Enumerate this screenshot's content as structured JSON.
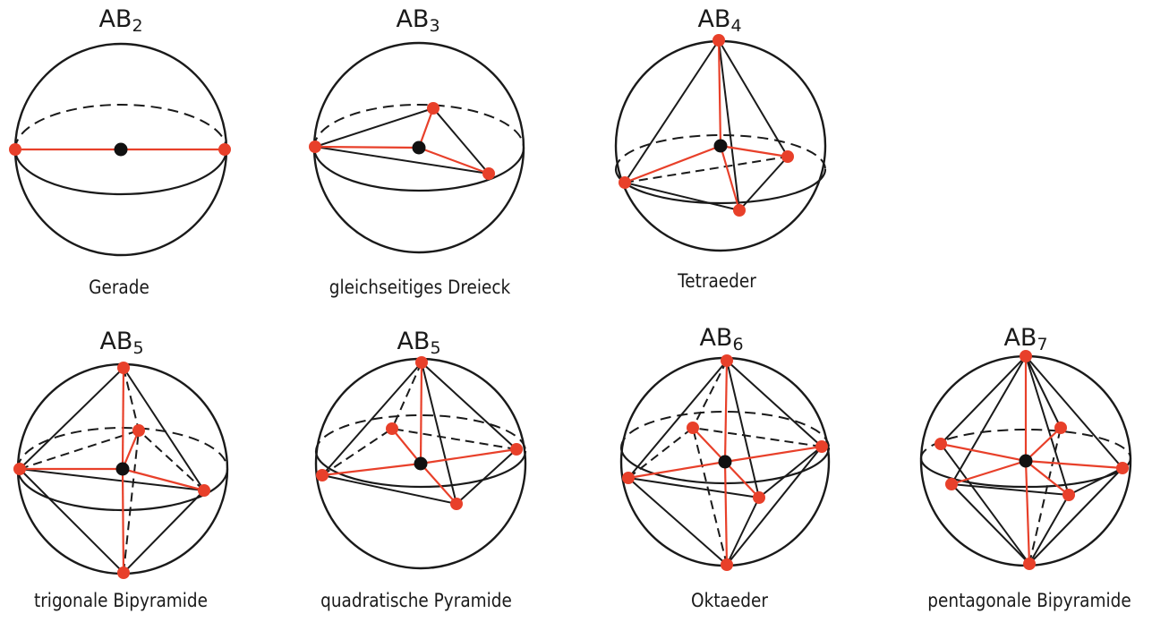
{
  "colors": {
    "line": "#1a1a1a",
    "bond": "#e8402a",
    "ligand": "#e8402a",
    "center": "#111111",
    "background": "#ffffff"
  },
  "figures": [
    {
      "id": "ab2",
      "formula_base": "AB",
      "formula_sub": "2",
      "caption": "Gerade"
    },
    {
      "id": "ab3",
      "formula_base": "AB",
      "formula_sub": "3",
      "caption": "gleichseitiges Dreieck"
    },
    {
      "id": "ab4",
      "formula_base": "AB",
      "formula_sub": "4",
      "caption": "Tetraeder"
    },
    {
      "id": "ab5-tbp",
      "formula_base": "AB",
      "formula_sub": "5",
      "caption": "trigonale Bipyramide"
    },
    {
      "id": "ab5-sqp",
      "formula_base": "AB",
      "formula_sub": "5",
      "caption": "quadratische Pyramide"
    },
    {
      "id": "ab6",
      "formula_base": "AB",
      "formula_sub": "6",
      "caption": "Oktaeder"
    },
    {
      "id": "ab7",
      "formula_base": "AB",
      "formula_sub": "7",
      "caption": "pentagonale Bipyramide"
    }
  ]
}
